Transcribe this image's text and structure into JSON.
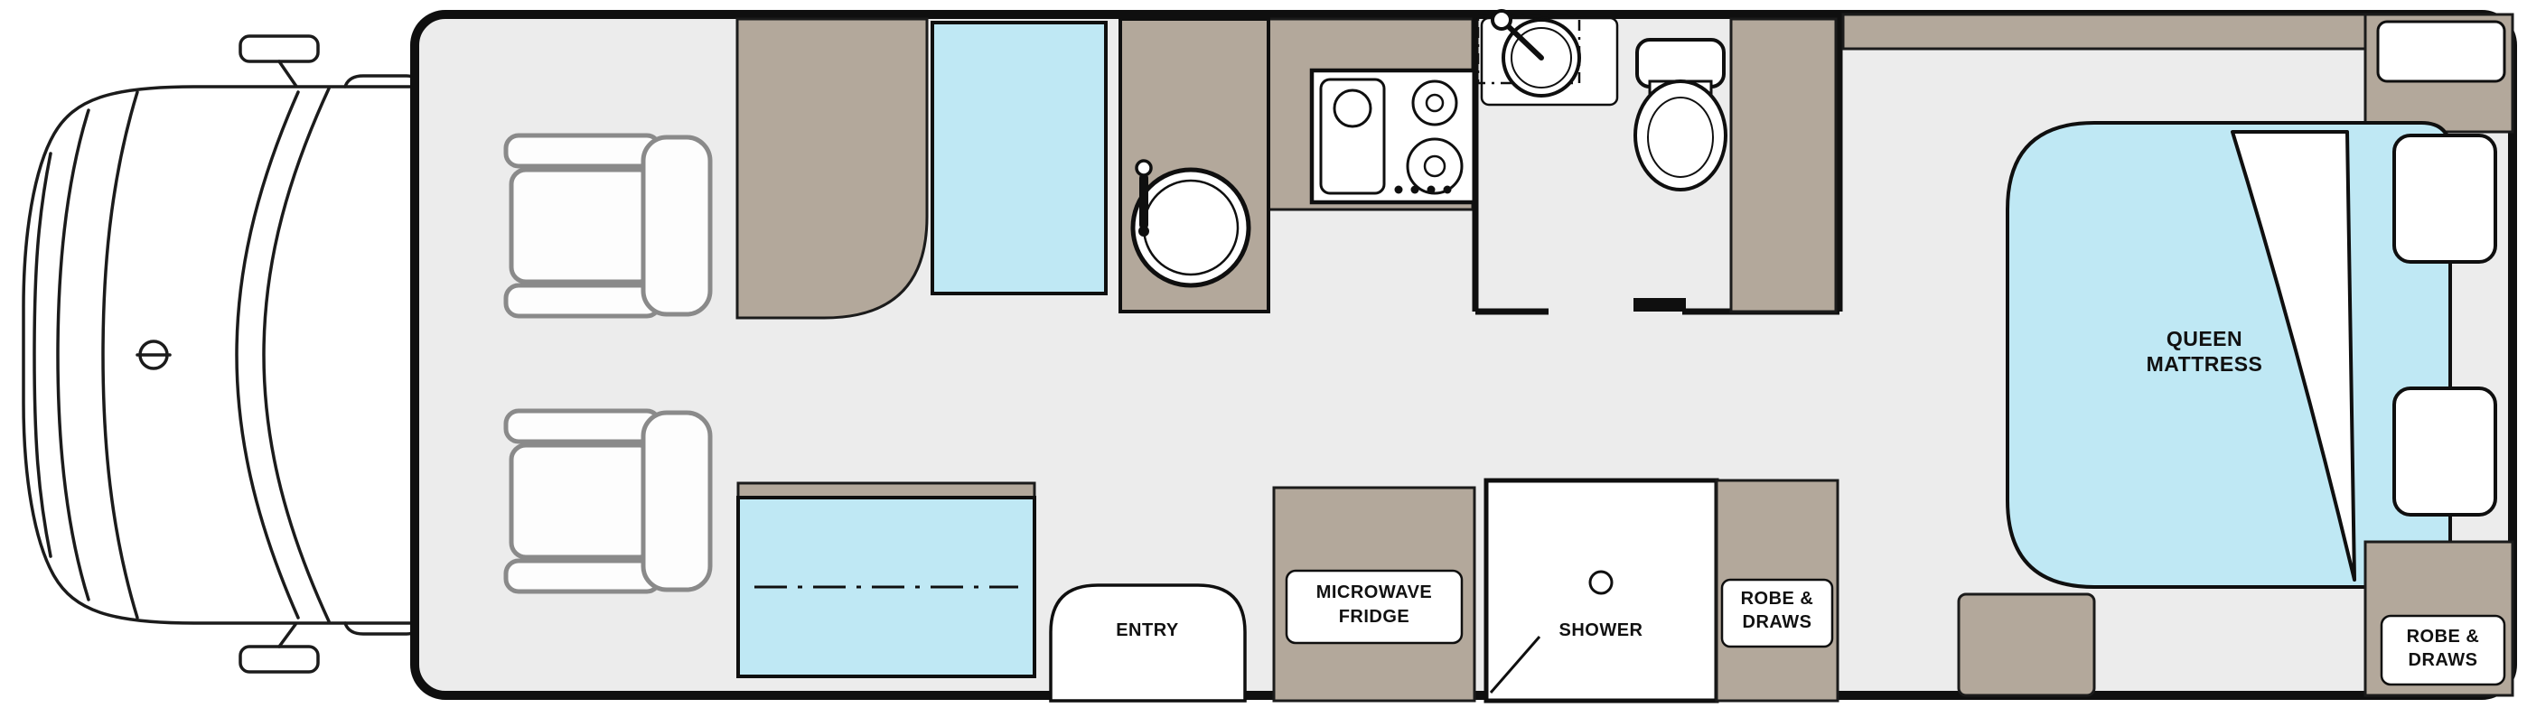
{
  "labels": {
    "entry": "ENTRY",
    "microwave_fridge": [
      "MICROWAVE",
      "FRIDGE"
    ],
    "shower": "SHOWER",
    "robe_draws_mid": [
      "ROBE &",
      "DRAWS"
    ],
    "robe_draws_rear": [
      "ROBE &",
      "DRAWS"
    ],
    "queen_mattress": [
      "QUEEN",
      "MATTRESS"
    ]
  },
  "colors": {
    "floor": "#ececec",
    "cabinetry_tan": "#b3a89b",
    "upholstery_blue": "#bfe8f4",
    "wall_outline": "#0f0f0f",
    "chair_outline": "#8a8a8a",
    "label_text": "#111111",
    "background": "#ffffff"
  }
}
